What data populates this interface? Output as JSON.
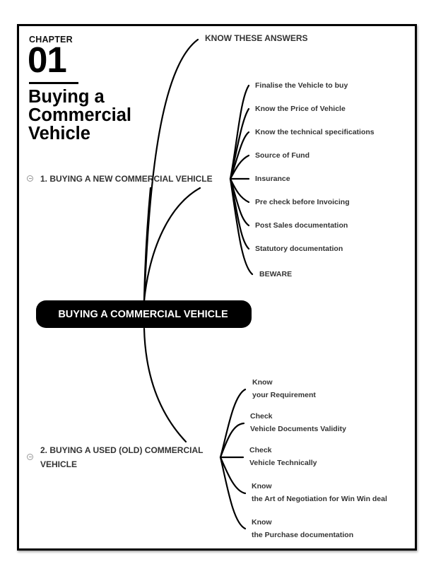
{
  "chapter": {
    "label": "CHAPTER",
    "number": "01",
    "title": "Buying a Commercial Vehicle"
  },
  "mindmap": {
    "root": "BUYING A COMMERCIAL VEHICLE",
    "top_node": "KNOW THESE ANSWERS",
    "branches": [
      {
        "label": "1. BUYING A NEW COMMERCIAL VEHICLE",
        "collapse_icon": "minus-circle-icon",
        "children": [
          "Finalise the Vehicle to buy",
          "Know the Price of Vehicle",
          "Know the technical specifications",
          "Source of Fund",
          "Insurance",
          "Pre check before Invoicing",
          "Post Sales documentation",
          "Statutory documentation",
          "BEWARE"
        ]
      },
      {
        "label": "2. BUYING A USED (OLD) COMMERCIAL VEHICLE",
        "collapse_icon": "minus-circle-icon",
        "children": [
          {
            "line1": "Know",
            "line2": "your Requirement"
          },
          {
            "line1": "Check",
            "line2": "Vehicle Documents Validity"
          },
          {
            "line1": "Check",
            "line2": "Vehicle Technically"
          },
          {
            "line1": "Know",
            "line2": "the Art of Negotiation for Win Win deal"
          },
          {
            "line1": "Know",
            "line2": "the Purchase documentation"
          }
        ]
      }
    ]
  }
}
